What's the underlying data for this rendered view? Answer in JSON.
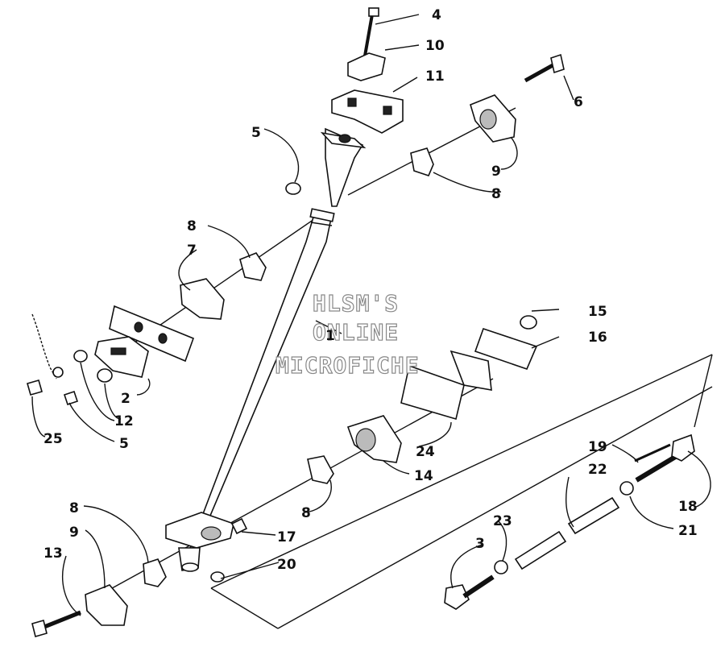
{
  "watermark": {
    "line1": "HLSM'S",
    "line2": "ONLINE",
    "line3": "MICROFICHE"
  },
  "callouts": {
    "c1": "1",
    "c2": "2",
    "c3": "3",
    "c4": "4",
    "c5a": "5",
    "c5b": "5",
    "c6": "6",
    "c7": "7",
    "c8a": "8",
    "c8b": "8",
    "c8c": "8",
    "c8d": "8",
    "c9a": "9",
    "c9b": "9",
    "c10": "10",
    "c11": "11",
    "c12": "12",
    "c13": "13",
    "c14": "14",
    "c15": "15",
    "c16": "16",
    "c17": "17",
    "c18": "18",
    "c19": "19",
    "c20": "20",
    "c21": "21",
    "c22": "22",
    "c23": "23",
    "c24": "24",
    "c25": "25"
  }
}
